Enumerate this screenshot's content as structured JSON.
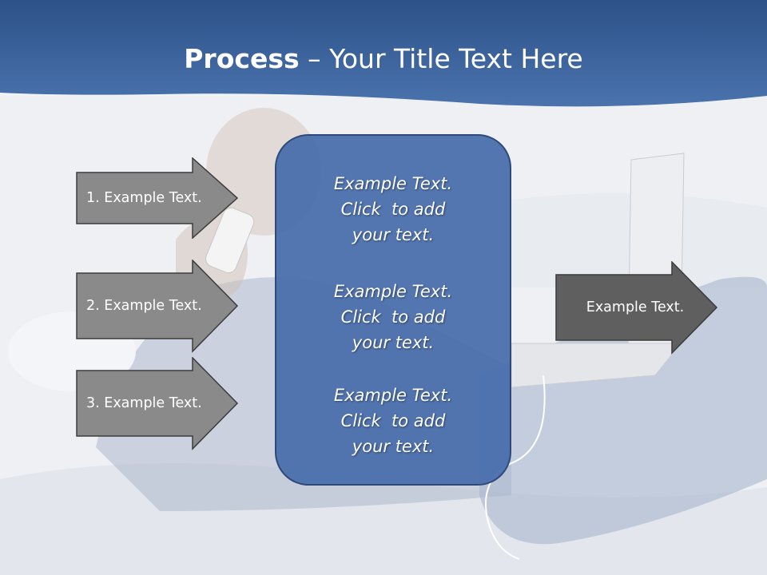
{
  "slide": {
    "title_bold": "Process",
    "title_rest": " – Your Title Text Here"
  },
  "inputs": [
    {
      "label": "1. Example Text."
    },
    {
      "label": "2. Example Text."
    },
    {
      "label": "3. Example Text."
    }
  ],
  "center": {
    "blocks": [
      {
        "line1": "Example Text.",
        "line2": "Click  to add",
        "line3": "your text."
      },
      {
        "line1": "Example Text.",
        "line2": "Click  to add",
        "line3": "your text."
      },
      {
        "line1": "Example Text.",
        "line2": "Click  to add",
        "line3": "your text."
      }
    ]
  },
  "output": {
    "label": "Example Text."
  },
  "colors": {
    "banner": "#3f6aa6",
    "center_fill": "#4a6fac",
    "center_border": "#2f4a7a",
    "input_arrow_fill": "#8a8a8a",
    "output_arrow_fill": "#5f5f5f",
    "arrow_border": "#3c3c3c"
  },
  "background": {
    "image": "man-on-sofa-with-phone-and-laptop-photo"
  }
}
